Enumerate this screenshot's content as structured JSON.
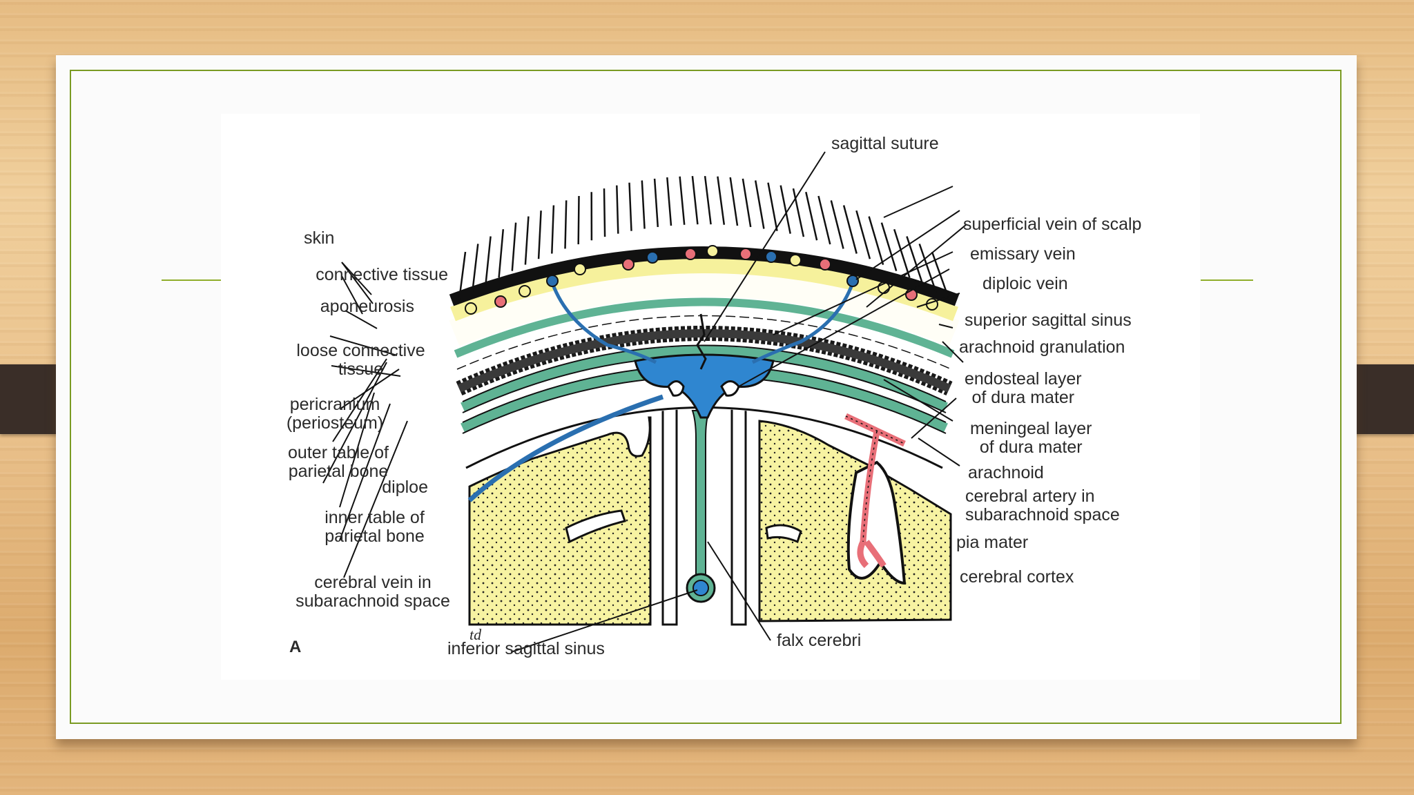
{
  "figure": {
    "panel_letter": "A",
    "artist_mark": "td",
    "labels": {
      "sagittal_suture": "sagittal suture",
      "superficial_vein_of_scalp": "superficial vein of scalp",
      "emissary_vein": "emissary vein",
      "diploic_vein": "diploic vein",
      "superior_sagittal_sinus": "superior sagittal sinus",
      "arachnoid_granulation": "arachnoid granulation",
      "endosteal_layer": "endosteal layer\nof dura mater",
      "meningeal_layer": "meningeal layer\nof dura mater",
      "arachnoid": "arachnoid",
      "cerebral_artery": "cerebral artery in\nsubarachnoid space",
      "pia_mater": "pia mater",
      "cerebral_cortex": "cerebral cortex",
      "falx_cerebri": "falx cerebri",
      "inferior_sagittal_sinus": "inferior sagittal sinus",
      "skin": "skin",
      "connective_tissue": "connective tissue",
      "aponeurosis": "aponeurosis",
      "loose_connective_tissue": "loose connective\ntissue",
      "pericranium": "pericranium\n(periosteum)",
      "outer_table": "outer table of\nparietal bone",
      "diploe": "diploe",
      "inner_table": "inner table of\nparietal bone",
      "cerebral_vein": "cerebral vein in\nsubarachnoid space"
    }
  },
  "colors": {
    "frame_green": "#7a9a22",
    "clip_dark": "#3a2e28",
    "scalp_yellow": "#f6f19c",
    "dura_green": "#5fb394",
    "sinus_blue": "#2f86d0",
    "artery_red": "#e86f78",
    "cortex_yellow": "#f7f3a2",
    "diploe_black": "#1a1a1a"
  }
}
